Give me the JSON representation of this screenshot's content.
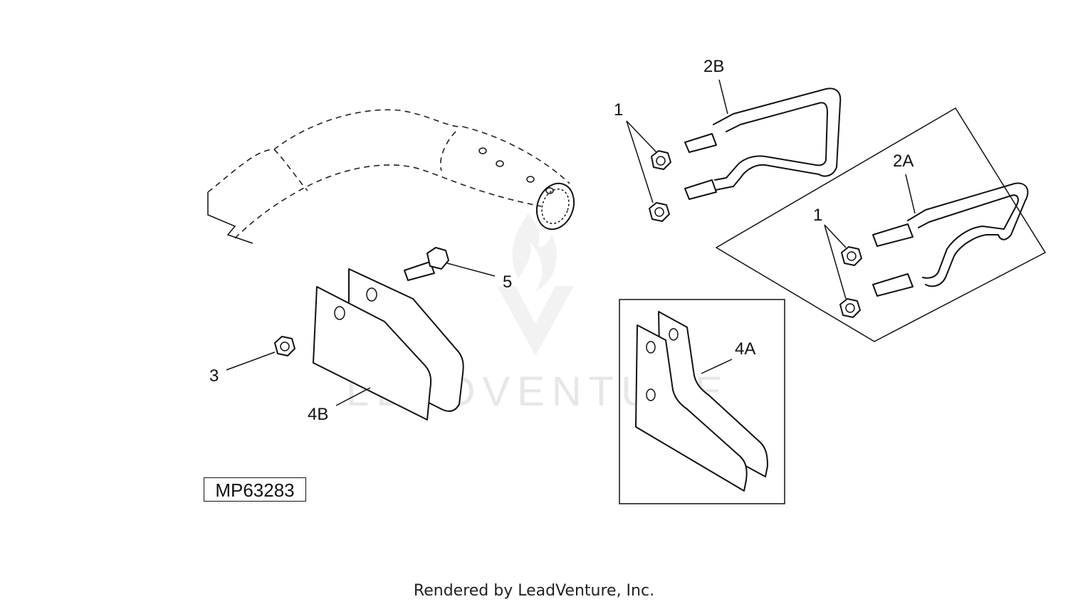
{
  "callouts": {
    "nut_upper": "1",
    "nut_lower": "1",
    "rod_2b": "2B",
    "rod_2a": "2A",
    "nut_3": "3",
    "shield_4b": "4B",
    "shield_4a": "4A",
    "bolt_5": "5"
  },
  "figure_id": "MP63283",
  "watermark": "LEADVENTURE",
  "footer": "Rendered by LeadVenture, Inc."
}
